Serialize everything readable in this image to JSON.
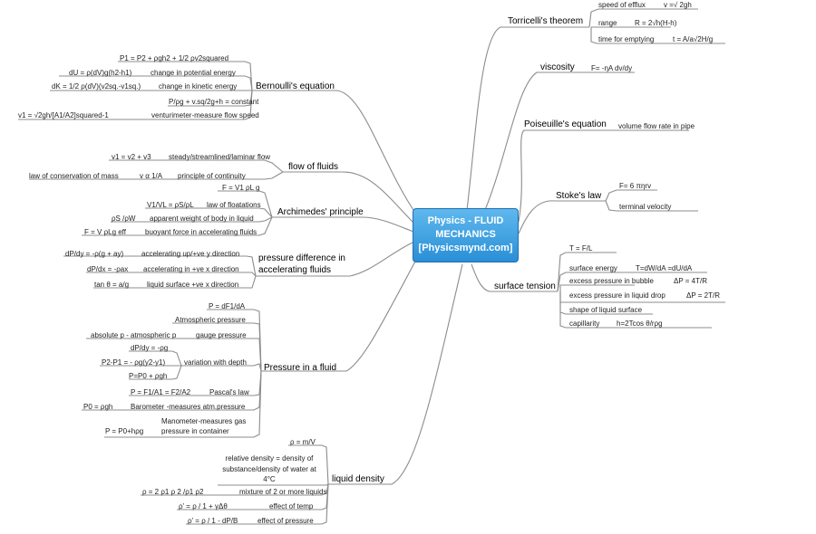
{
  "center": {
    "title_line1": "Physics - FLUID",
    "title_line2": "MECHANICS",
    "title_line3": "[Physicsmynd.com]"
  },
  "branches": {
    "torricelli": {
      "label": "Torricelli's theorem",
      "items": [
        {
          "label": "speed of efflux",
          "formula": "v =√ 2gh"
        },
        {
          "label": "range",
          "formula": "R = 2√h(H-h)"
        },
        {
          "label": "time for emptying",
          "formula": "t = A/a√2H/g"
        }
      ]
    },
    "viscosity": {
      "label": "viscosity",
      "items": [
        {
          "label": "F= -ηA dv/dy"
        }
      ]
    },
    "poiseuille": {
      "label": "Poiseuille's equation",
      "items": [
        {
          "label": "volume flow rate in pipe"
        }
      ]
    },
    "stokes": {
      "label": "Stoke's law",
      "items": [
        {
          "label": "F= 6 πηrv"
        },
        {
          "label": "terminal velocity"
        }
      ]
    },
    "surface_tension": {
      "label": "surface tension",
      "items": [
        {
          "label": "T = F/L"
        },
        {
          "label": "surface energy",
          "formula": "T=dW/dA =dU/dA"
        },
        {
          "label": "excess pressure in bubble",
          "formula": "ΔP = 4T/R"
        },
        {
          "label": "excess pressure in liquid drop",
          "formula": "ΔP = 2T/R"
        },
        {
          "label": "shape of liquid surface"
        },
        {
          "label": "capillarity",
          "formula": "h=2Tcos θ/rρg"
        }
      ]
    },
    "bernoulli": {
      "label": "Bernoulli's equation",
      "items": [
        {
          "label": "P1 = P2 + ρgh2 + 1/2  ρv2squared"
        },
        {
          "label": "change in potential energy",
          "formula": "dU = ρ(dV)g(h2-h1)"
        },
        {
          "label": "change in kinetic energy",
          "formula": "dK = 1/2 ρ(dV)(v2sq.-v1sq.)"
        },
        {
          "label": "P/ρg + v.sq/2g+h = constant"
        },
        {
          "label": "venturimeter-measure flow speed",
          "formula": "v1 = √2gh/[A1/A2]squared-1"
        }
      ]
    },
    "flow": {
      "label": "flow of fluids",
      "items": [
        {
          "label": "steady/streamlined/laminar flow",
          "formula": "v1 = v2 + v3"
        },
        {
          "label": "principle of continuity",
          "formula": "v α 1/A",
          "extra": "law of conservation of mass"
        }
      ]
    },
    "archimedes": {
      "label": "Archimedes' principle",
      "items": [
        {
          "label": "F = V1 ρL g"
        },
        {
          "label": "law of floatations",
          "formula": "V1/VL = ρS/ρL"
        },
        {
          "label": "apparent weight of body in liquid",
          "formula": "ρS /ρW"
        },
        {
          "label": "buoyant force in accelerating fluids",
          "formula": "F = V ρLg eff"
        }
      ]
    },
    "pressure_diff": {
      "label_line1": "pressure difference in",
      "label_line2": "accelerating fluids",
      "items": [
        {
          "label": "accelerating up/+ve y direction",
          "formula": "dP/dy = -ρ(g + ay)"
        },
        {
          "label": "accelerating in +ve x direction",
          "formula": "dP/dx = -ρax"
        },
        {
          "label": "liquid surface +ve x direction",
          "formula": "tan θ = a/g"
        }
      ]
    },
    "pressure_fluid": {
      "label": "Pressure in a fluid",
      "items": [
        {
          "label": "P = dF1/dA"
        },
        {
          "label": "Atmospheric pressure"
        },
        {
          "label": "gauge pressure",
          "formula": "absolute p - atmospheric p"
        },
        {
          "label": "variation with depth",
          "subs": [
            "dP/dy = -ρg",
            "P2-P1 = - ρg(y2-y1)",
            "P=P0 + ρgh"
          ]
        },
        {
          "label": "Pascal's law",
          "formula": "P = F1/A1 = F2/A2"
        },
        {
          "label": "Barometer -measures atm.pressure",
          "formula": "P0 = ρgh"
        },
        {
          "label_line1": "Manometer-measures gas",
          "label_line2": "pressure in container",
          "formula": "P = P0+hρg"
        }
      ]
    },
    "liquid_density": {
      "label": "liquid density",
      "items": [
        {
          "label": "ρ = m/V"
        },
        {
          "label_line1": "relative density = density of",
          "label_line2": "substance/density of water at",
          "label_line3": "4°C"
        },
        {
          "label": "mixture of 2 or more liquids",
          "formula": "ρ  = 2 ρ1 ρ 2 /ρ1 ρ2"
        },
        {
          "label": "effect of temp",
          "formula": "ρ'  = ρ / 1 + γΔθ"
        },
        {
          "label": "effect of pressure",
          "formula": "ρ'  = ρ / 1 - dP/B"
        }
      ]
    }
  },
  "colors": {
    "link": "#8c8c8c",
    "center_fill": "#3b9de0",
    "center_border": "#1f6fb0"
  }
}
